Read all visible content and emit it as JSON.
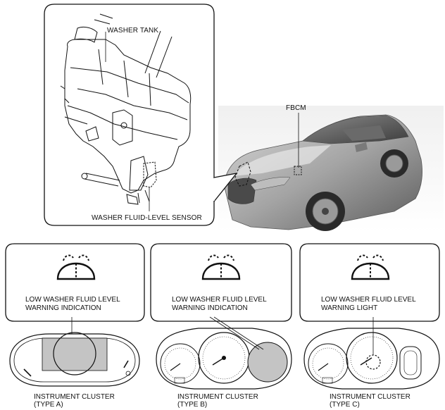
{
  "labels": {
    "washer_tank": "WASHER TANK",
    "fbcm": "FBCM",
    "washer_sensor": "WASHER FLUID-LEVEL SENSOR"
  },
  "panels": [
    {
      "line1": "LOW WASHER FLUID LEVEL",
      "line2": "WARNING INDICATION",
      "caption1": "INSTRUMENT CLUSTER",
      "caption2": "(TYPE A)"
    },
    {
      "line1": "LOW WASHER FLUID LEVEL",
      "line2": "WARNING INDICATION",
      "caption1": "INSTRUMENT CLUSTER",
      "caption2": "(TYPE B)"
    },
    {
      "line1": "LOW WASHER FLUID LEVEL",
      "line2": "WARNING LIGHT",
      "caption1": "INSTRUMENT CLUSTER",
      "caption2": "(TYPE C)"
    }
  ],
  "icon": "windshield-washer-icon"
}
